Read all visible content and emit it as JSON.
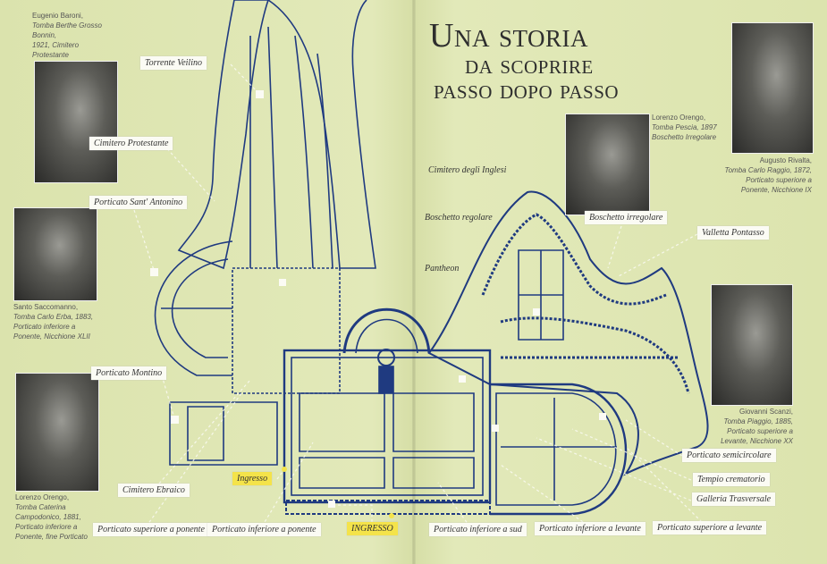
{
  "title": {
    "line1": "Una storia",
    "line2": "da scoprire",
    "line3": "passo dopo passo"
  },
  "colors": {
    "background": "#dfe7b4",
    "map_ink": "#1f3a80",
    "entrance_highlight": "#f4e34a"
  },
  "labels": {
    "torrente_veilino": "Torrente Veilino",
    "cimitero_protestante": "Cimitero Protestante",
    "porticato_sant_antonino": "Porticato Sant' Antonino",
    "porticato_montino": "Porticato Montino",
    "cimitero_ebraico": "Cimitero Ebraico",
    "ingresso_small": "Ingresso",
    "ingresso_main": "INGRESSO",
    "porticato_superiore_ponente": "Porticato superiore a ponente",
    "porticato_inferiore_ponente": "Porticato inferiore a ponente",
    "porticato_inferiore_sud": "Porticato inferiore a sud",
    "porticato_inferiore_levante": "Porticato inferiore a levante",
    "porticato_superiore_levante": "Porticato superiore a levante",
    "porticato_semicircolare": "Porticato semicircolare",
    "tempio_crematorio": "Tempio crematorio",
    "galleria_trasversale": "Galleria Trasversale",
    "valletta_pontasso": "Valletta Pontasso",
    "boschetto_irregolare": "Boschetto irregolare",
    "cimitero_inglesi": "Cimitero degli Inglesi",
    "boschetto_regolare": "Boschetto regolare",
    "pantheon": "Pantheon"
  },
  "captions": [
    {
      "artist": "Eugenio Baroni,",
      "lines": [
        "Tomba Berthe Grosso",
        "Bonnin,",
        "1921, Cimitero",
        "Protestante"
      ]
    },
    {
      "artist": "Santo Saccomanno,",
      "lines": [
        "Tomba Carlo Erba, 1883,",
        "Porticato inferiore a",
        "Ponente, Nicchione XLII"
      ]
    },
    {
      "artist": "Lorenzo Orengo,",
      "lines": [
        "Tomba Caterina",
        "Campodonico, 1881,",
        "Porticato inferiore a",
        "Ponente, fine Porticato"
      ]
    },
    {
      "artist": "Lorenzo Orengo,",
      "lines": [
        "Tomba Pescia, 1897",
        "Boschetto Irregolare"
      ]
    },
    {
      "artist": "Augusto Rivalta,",
      "lines": [
        "Tomba Carlo Raggio, 1872,",
        "Porticato superiore a",
        "Ponente, Nicchione IX"
      ]
    },
    {
      "artist": "Giovanni Scanzi,",
      "lines": [
        "Tomba Piaggio, 1885,",
        "Porticato superiore a",
        "Levante, Nicchione XX"
      ]
    }
  ]
}
